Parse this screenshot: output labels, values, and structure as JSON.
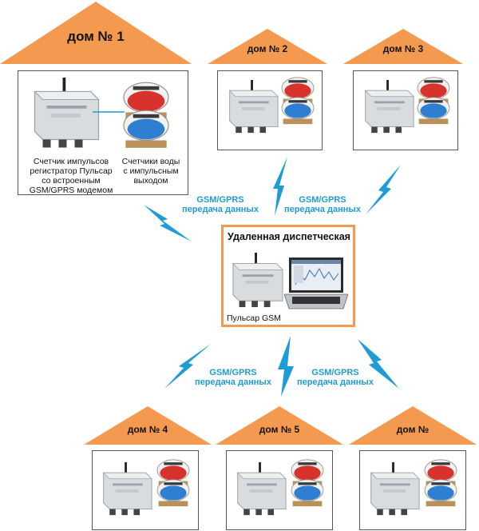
{
  "houses": {
    "h1": "дом № 1",
    "h2": "дом № 2",
    "h3": "дом № 3",
    "h4": "дом № 4",
    "h5": "дом № 5",
    "h6": "дом №"
  },
  "house1_captions": {
    "counter": "Счетчик импульсов\nрегистратор Пульсар\nсо встроенным\nGSM/GPRS модемом",
    "meters": "Счетчики воды\nс импульсным\nвыходом"
  },
  "link_labels": {
    "top_left": "GSM/GPRS\nпередача данных",
    "top_right": "GSM/GPRS\nпередача данных",
    "bottom_left": "GSM/GPRS\nпередача данных",
    "bottom_right": "GSM/GPRS\nпередача данных"
  },
  "center": {
    "title": "Удаленная диспетческая",
    "device_label": "Пульсар GSM"
  },
  "colors": {
    "roof": "#f39a50",
    "frame_orange": "#f39a50",
    "lightning": "#1f9bd6",
    "meter_red": "#d8322c",
    "meter_blue": "#2e7fd1"
  }
}
